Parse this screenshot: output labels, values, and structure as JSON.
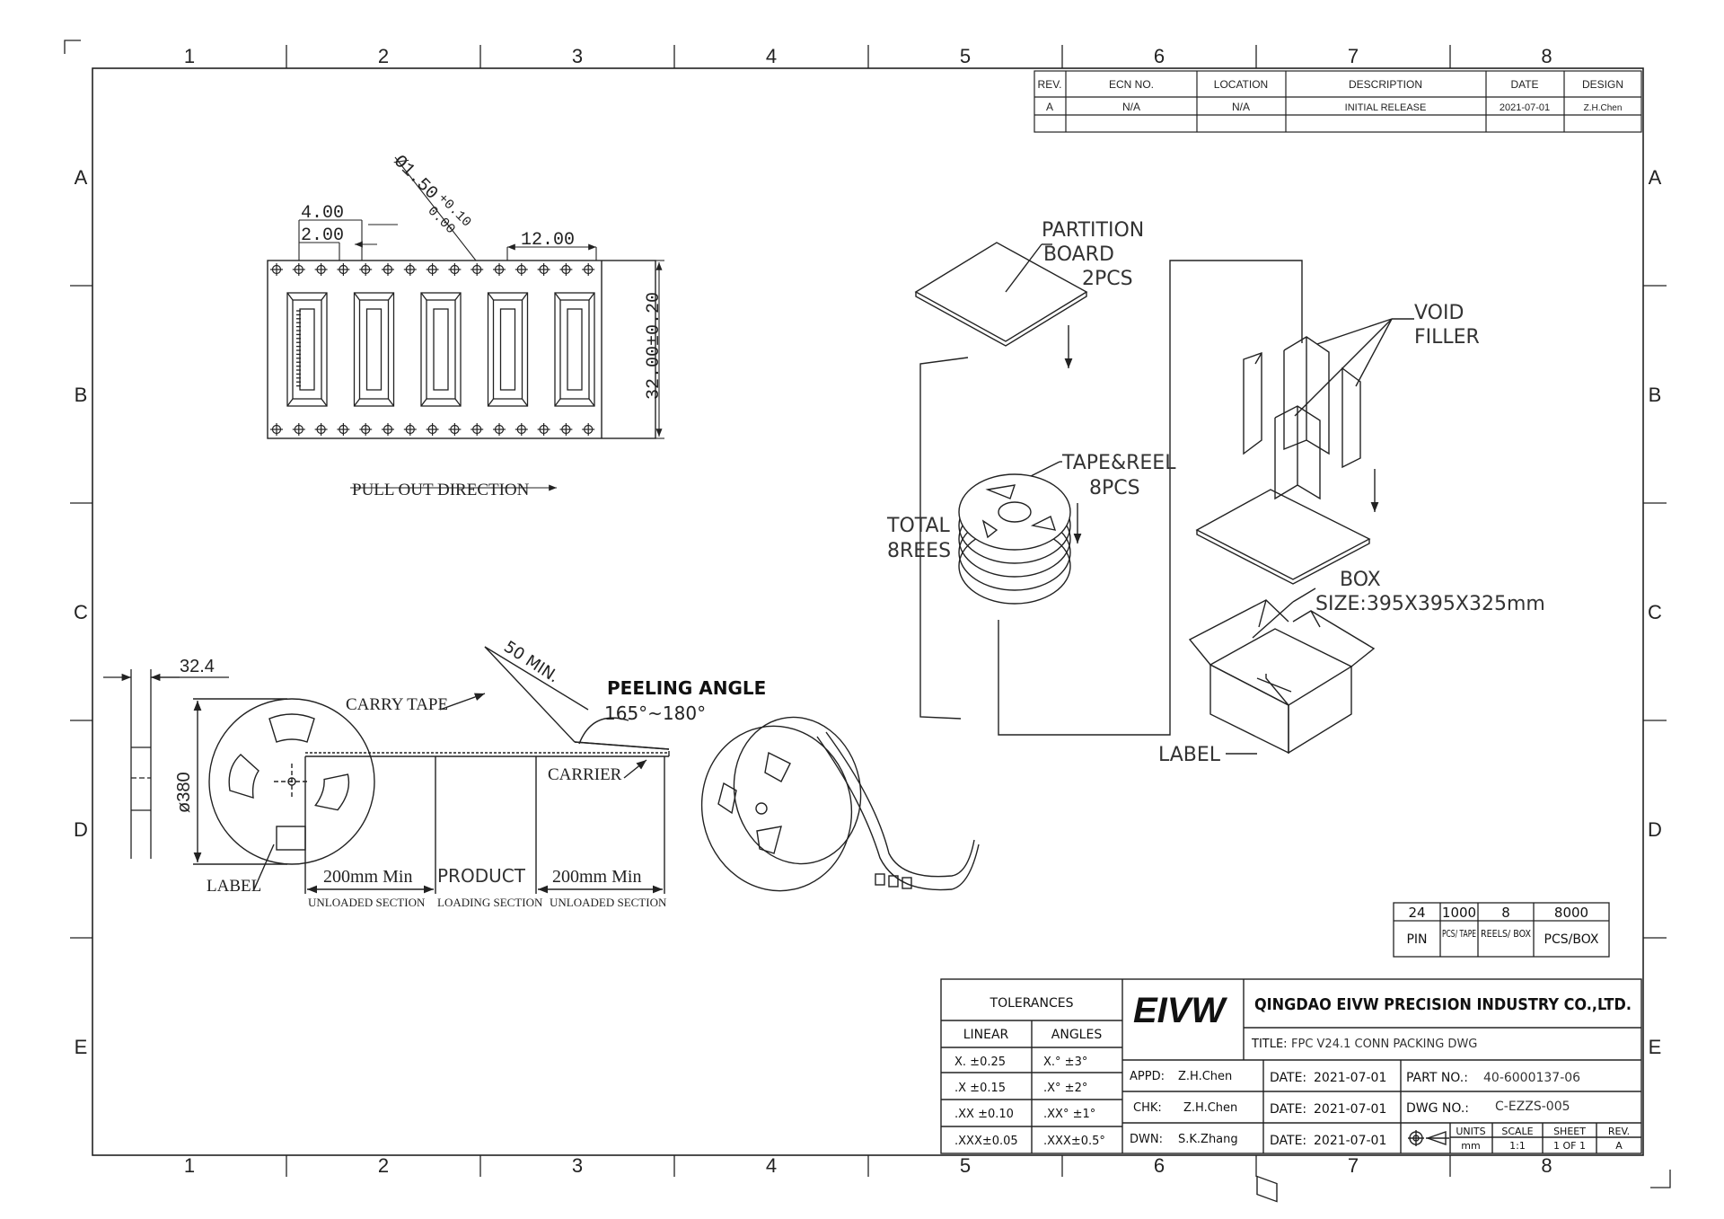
{
  "zones": {
    "columns": [
      "1",
      "2",
      "3",
      "4",
      "5",
      "6",
      "7",
      "8"
    ],
    "rows": [
      "A",
      "B",
      "C",
      "D",
      "E"
    ]
  },
  "revision_table": {
    "headers": [
      "REV.",
      "ECN NO.",
      "LOCATION",
      "DESCRIPTION",
      "DATE",
      "DESIGN"
    ],
    "rows": [
      [
        "A",
        "N/A",
        "N/A",
        "INITIAL RELEASE",
        "2021-07-01",
        "Z.H.Chen"
      ]
    ]
  },
  "tape_view": {
    "pitch_4": "4.00",
    "pitch_2": "2.00",
    "hole_dia": "Ø1.50",
    "hole_tol_plus": "+0.10",
    "hole_tol_minus": "0.00",
    "cavity_pitch": "12.00",
    "tape_width": "32.00±0.20",
    "pull_direction": "PULL OUT DIRECTION"
  },
  "reel_view": {
    "reel_width": "32.4",
    "reel_diameter": "ø380",
    "carry_tape": "CARRY TAPE",
    "min_length": "50 MIN.",
    "peeling_title": "PEELING ANGLE",
    "peeling_range": "165°~180°",
    "carrier": "CARRIER",
    "label": "LABEL",
    "seg1": "200mm Min",
    "seg2": "PRODUCT",
    "seg3": "200mm Min",
    "sub1": "UNLOADED SECTION",
    "sub2": "LOADING SECTION",
    "sub3": "UNLOADED SECTION"
  },
  "packing_view": {
    "partition_1": "PARTITION",
    "partition_2": "BOARD",
    "partition_3": "2PCS",
    "void_1": "VOID",
    "void_2": "FILLER",
    "tape_reel_1": "TAPE&REEL",
    "tape_reel_2": "8PCS",
    "total_1": "TOTAL",
    "total_2": "8REES",
    "box_1": "BOX",
    "box_2": "SIZE:395X395X325mm",
    "label": "LABEL"
  },
  "quantity_table": {
    "values": [
      "24",
      "1000",
      "8",
      "8000"
    ],
    "units": [
      "PIN",
      "PCS/ TAPE",
      "REELS/ BOX",
      "PCS/BOX"
    ]
  },
  "title_block": {
    "tolerances": "TOLERANCES",
    "linear": "LINEAR",
    "angles": "ANGLES",
    "linear_vals": [
      "X.   ±0.25",
      ".X   ±0.15",
      ".XX ±0.10",
      ".XXX±0.05"
    ],
    "angle_vals": [
      "X.°  ±3°",
      ".X°  ±2°",
      ".XX° ±1°",
      ".XXX±0.5°"
    ],
    "logo": "EIVW",
    "company": "QINGDAO EIVW PRECISION INDUSTRY CO.,LTD.",
    "title_label": "TITLE:",
    "title_value": "FPC V24.1 CONN PACKING DWG",
    "appd_label": "APPD:",
    "appd_value": "Z.H.Chen",
    "chk_label": "CHK:",
    "chk_value": "Z.H.Chen",
    "dwn_label": "DWN:",
    "dwn_value": "S.K.Zhang",
    "date_label": "DATE:",
    "date_value": "2021-07-01",
    "part_label": "PART NO.:",
    "part_value": "40-6000137-06",
    "dwg_label": "DWG NO.:",
    "dwg_value": "C-EZZS-005",
    "units_label": "UNITS",
    "units_value": "mm",
    "scale_label": "SCALE",
    "scale_value": "1:1",
    "sheet_label": "SHEET",
    "sheet_value": "1 OF 1",
    "rev_label": "REV.",
    "rev_value": "A"
  }
}
